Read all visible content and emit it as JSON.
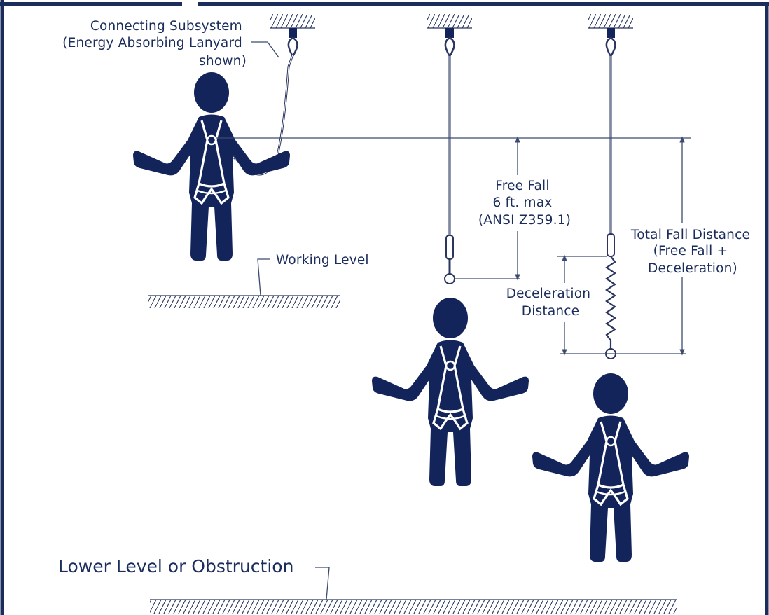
{
  "colors": {
    "figure": "#13245a",
    "frame": "#1b2d5c",
    "text": "#1b2d5c",
    "line": "#3b4a6e",
    "harness": "#ffffff"
  },
  "labels": {
    "connecting_subsystem": [
      "Connecting Subsystem",
      "(Energy Absorbing Lanyard",
      "shown)"
    ],
    "working_level": "Working Level",
    "free_fall": [
      "Free Fall",
      "6 ft. max",
      "(ANSI Z359.1)"
    ],
    "total_fall_distance": [
      "Total Fall Distance",
      "(Free Fall +",
      "Deceleration)"
    ],
    "deceleration_distance": [
      "Deceleration",
      "Distance"
    ],
    "lower_level": "Lower Level or Obstruction"
  }
}
